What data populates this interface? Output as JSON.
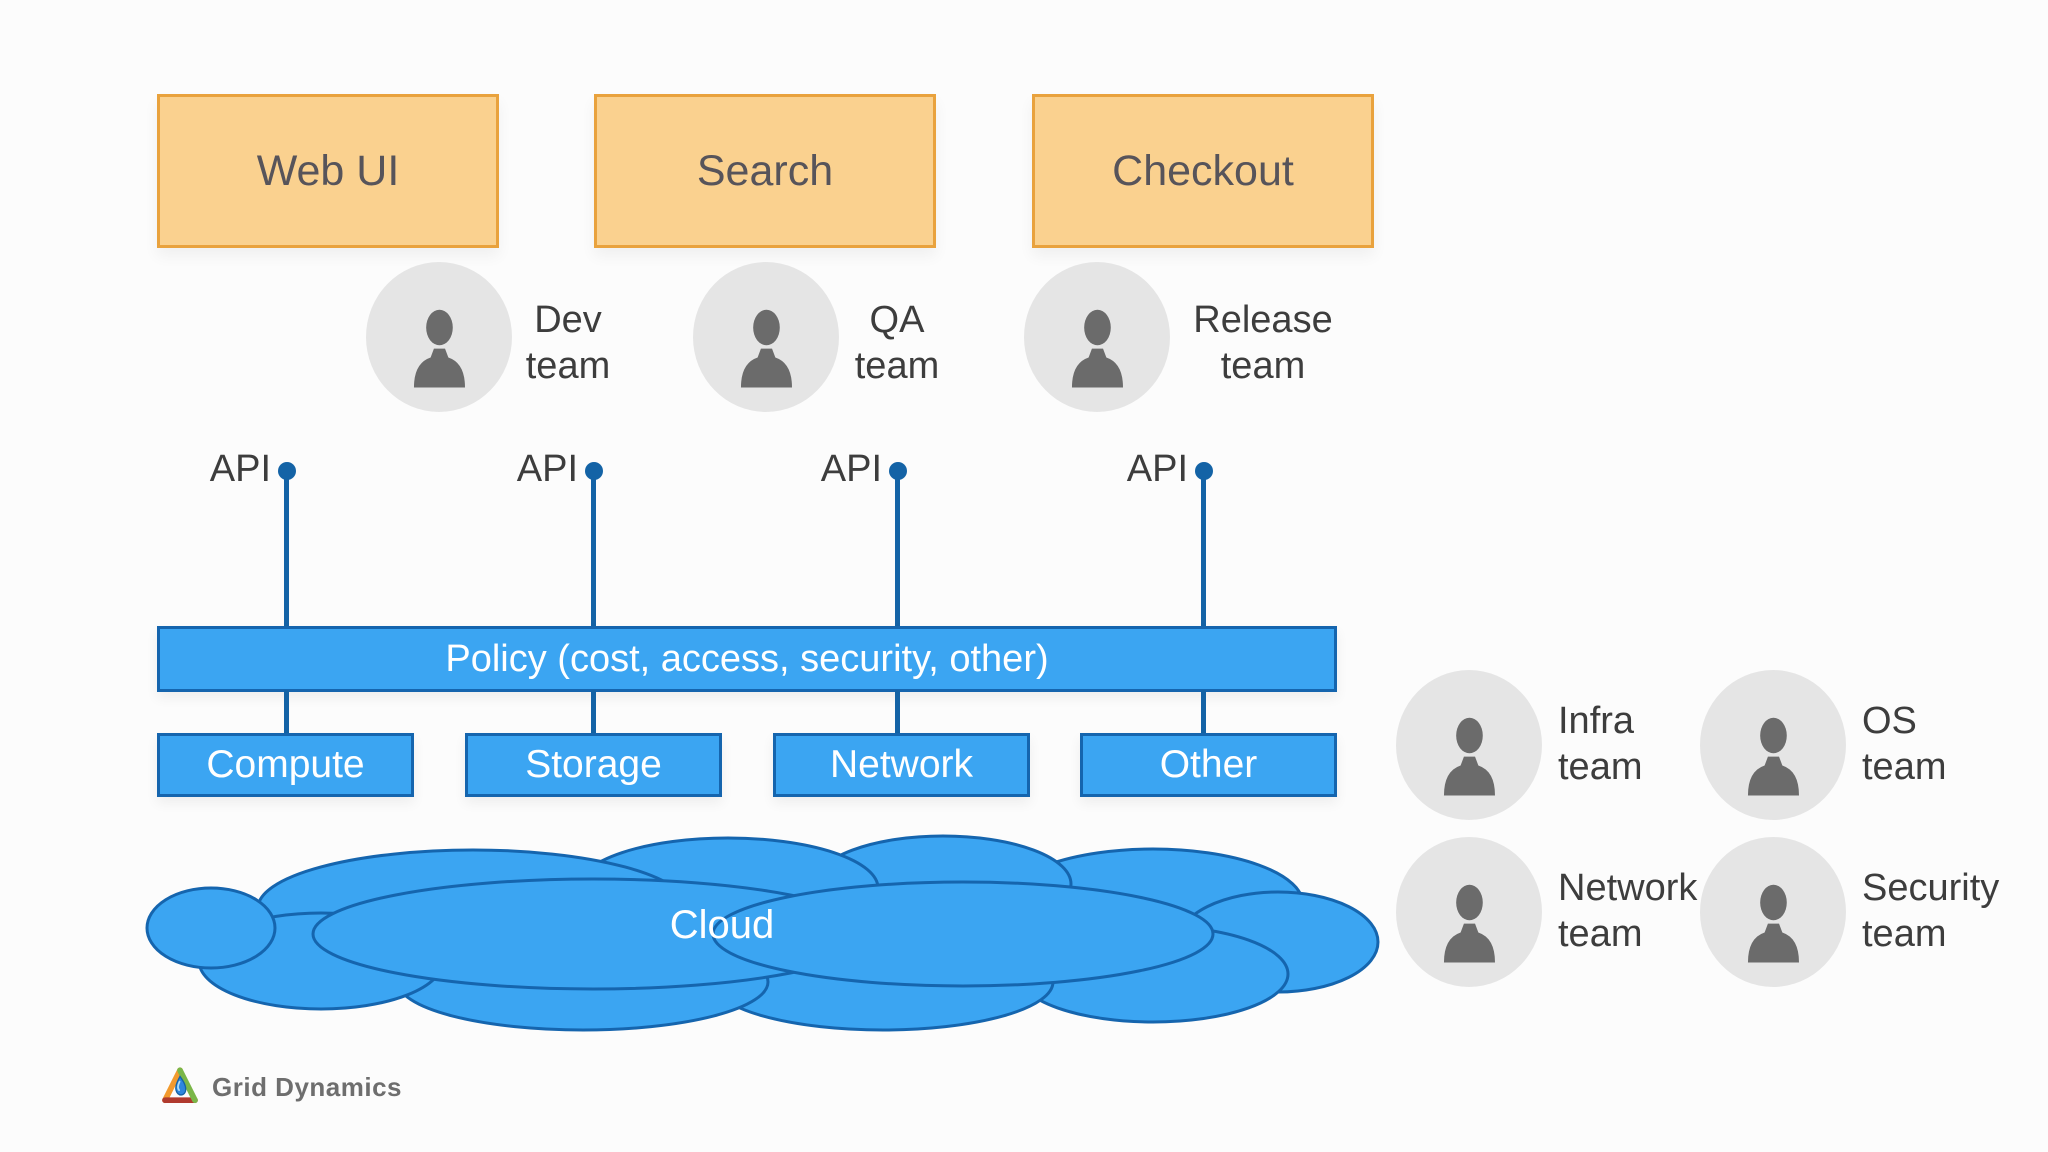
{
  "colors": {
    "bg": "#FCFCFC",
    "service-fill": "#FAD18F",
    "service-border": "#E9A23D",
    "service-text": "#57545A",
    "blue-fill": "#3BA5F2",
    "blue-border": "#1565AE",
    "connector": "#1463A6",
    "avatar-bg": "#E5E5E5",
    "avatar-fg": "#6B6B6B",
    "label-text": "#3D3D3D",
    "white-text": "#FFFFFF",
    "logo-text": "#6E6E6E"
  },
  "services": [
    {
      "label": "Web UI"
    },
    {
      "label": "Search"
    },
    {
      "label": "Checkout"
    }
  ],
  "dev_teams": [
    {
      "line1": "Dev",
      "line2": "team"
    },
    {
      "line1": "QA",
      "line2": "team"
    },
    {
      "line1": "Release",
      "line2": "team"
    }
  ],
  "api": {
    "label": "API"
  },
  "policy": {
    "label": "Policy (cost, access, security, other)"
  },
  "resources": [
    {
      "label": "Compute"
    },
    {
      "label": "Storage"
    },
    {
      "label": "Network"
    },
    {
      "label": "Other"
    }
  ],
  "cloud": {
    "label": "Cloud"
  },
  "ops_teams": [
    {
      "line1": "Infra",
      "line2": "team"
    },
    {
      "line1": "OS",
      "line2": "team"
    },
    {
      "line1": "Network",
      "line2": "team"
    },
    {
      "line1": "Security",
      "line2": "team"
    }
  ],
  "footer": {
    "brand": "Grid Dynamics"
  }
}
